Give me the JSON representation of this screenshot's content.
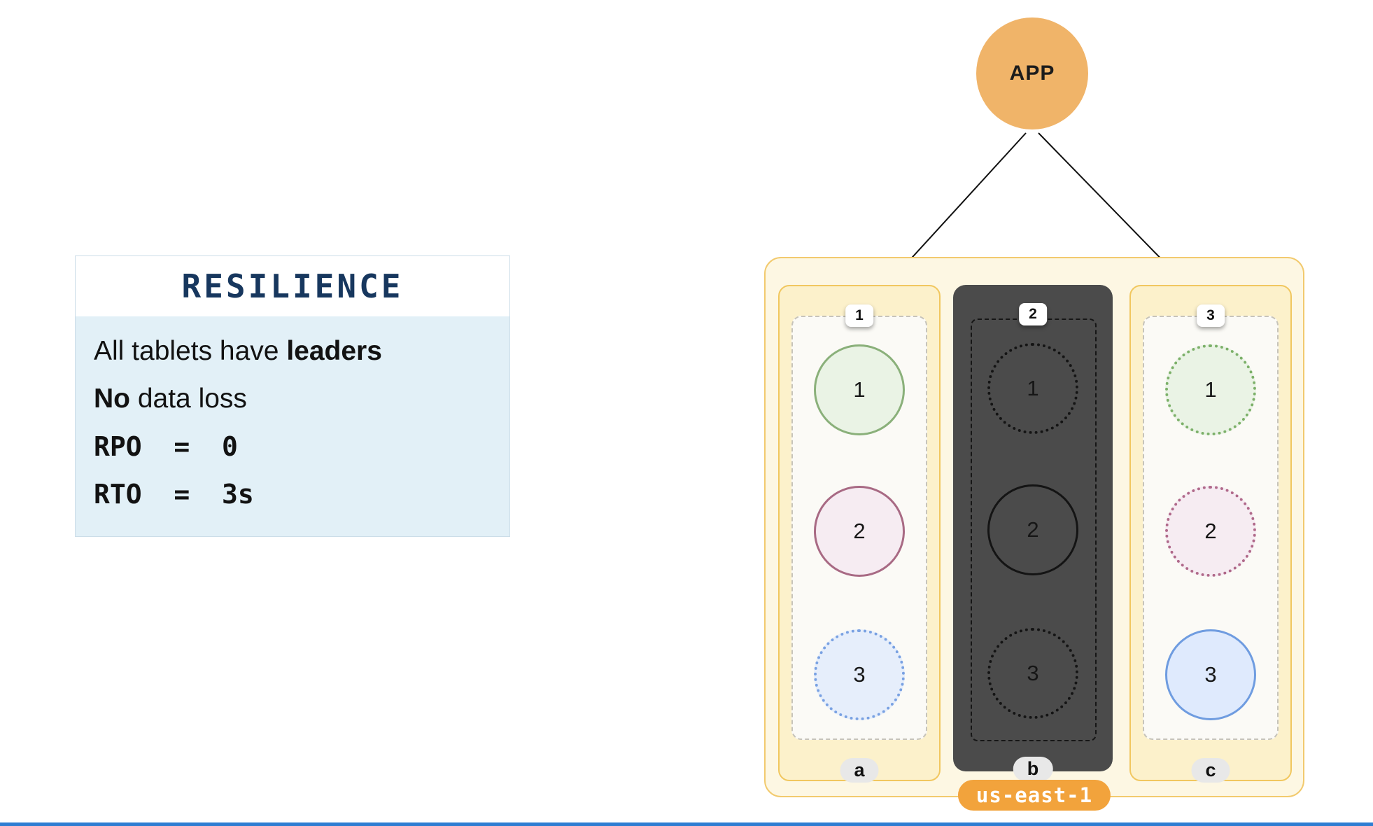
{
  "panel": {
    "title": "RESILIENCE",
    "line1": {
      "normal": "All tablets have ",
      "bold": "leaders"
    },
    "line2": {
      "bold": "No",
      "normal": " data loss"
    },
    "line3": "RPO  =  0",
    "line4": "RTO  =  3s"
  },
  "app": {
    "label": "APP"
  },
  "region": {
    "label": "us-east-1",
    "zones": [
      {
        "badge": "1",
        "label": "a",
        "tablets": [
          "1",
          "2",
          "3"
        ]
      },
      {
        "badge": "2",
        "label": "b",
        "tablets": [
          "1",
          "2",
          "3"
        ]
      },
      {
        "badge": "3",
        "label": "c",
        "tablets": [
          "1",
          "2",
          "3"
        ]
      }
    ]
  },
  "colors": {
    "app_fill": "#f0b469",
    "region_fill": "#fdf7e3",
    "region_border": "#f2ca6e",
    "zone_fill": "#fcf1cb",
    "zone_border": "#f1c75f",
    "zone_down_fill": "#4b4b4b",
    "tablet_green": "#8ab07a",
    "tablet_rose": "#a86a84",
    "tablet_blue": "#6f9ce0",
    "panel_title_navy": "#17375e",
    "panel_body_blue": "#e2f0f7",
    "region_label_orange": "#f2a33c",
    "bottom_bar_blue": "#2d7dd2"
  }
}
